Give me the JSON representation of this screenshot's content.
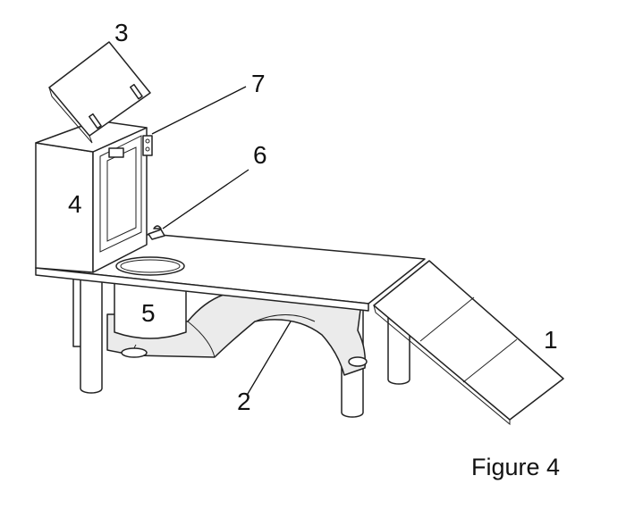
{
  "figure": {
    "caption": "Figure 4",
    "callouts": [
      {
        "id": "1",
        "text": "1"
      },
      {
        "id": "2",
        "text": "2"
      },
      {
        "id": "3",
        "text": "3"
      },
      {
        "id": "4",
        "text": "4"
      },
      {
        "id": "5",
        "text": "5"
      },
      {
        "id": "6",
        "text": "6"
      },
      {
        "id": "7",
        "text": "7"
      }
    ]
  },
  "colors": {
    "line": "#222222",
    "background": "#ffffff",
    "shade": "#ebebeb"
  }
}
